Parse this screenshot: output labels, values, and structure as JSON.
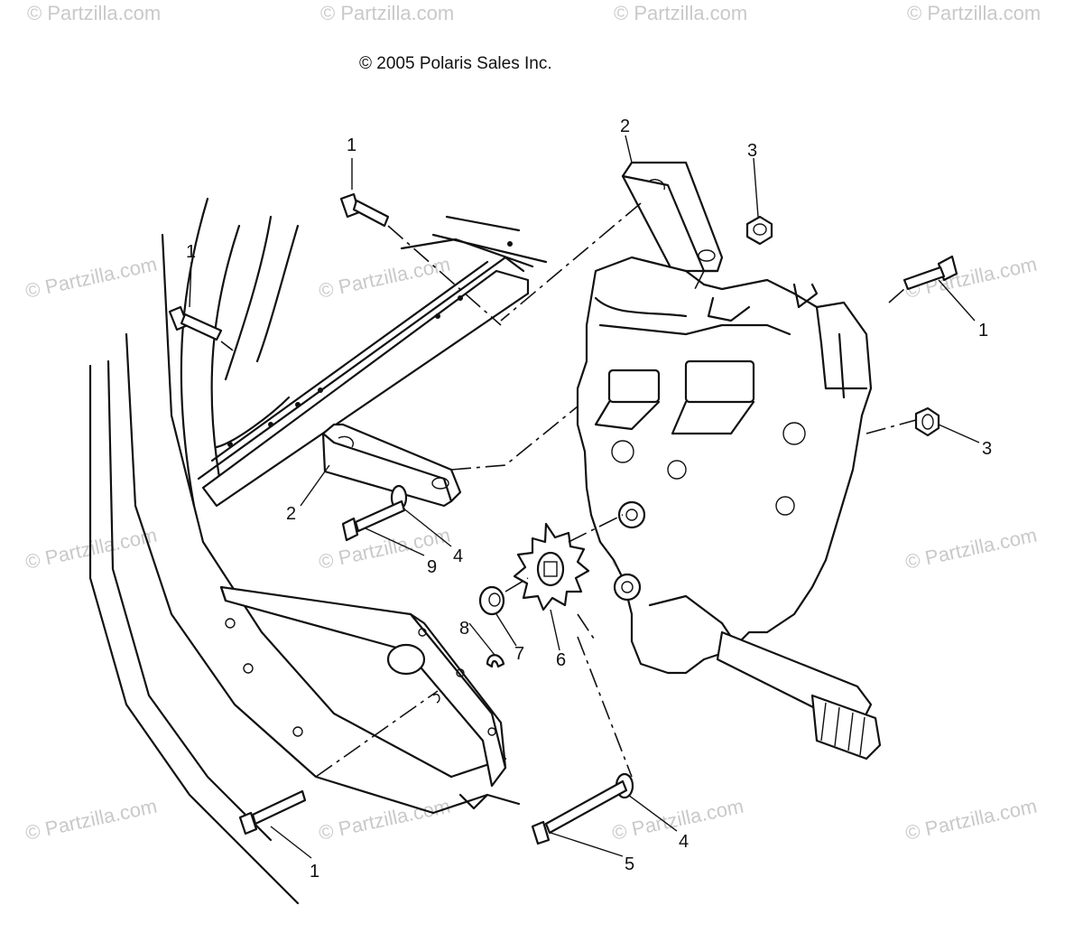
{
  "copyright": "© 2005 Polaris Sales Inc.",
  "watermark_text": "© Partzilla.com",
  "callouts": {
    "c1a": "1",
    "c1b": "1",
    "c1c": "1",
    "c1d": "1",
    "c2a": "2",
    "c2b": "2",
    "c3a": "3",
    "c3b": "3",
    "c4a": "4",
    "c4b": "4",
    "c5": "5",
    "c6": "6",
    "c7": "7",
    "c8": "8",
    "c9": "9"
  }
}
